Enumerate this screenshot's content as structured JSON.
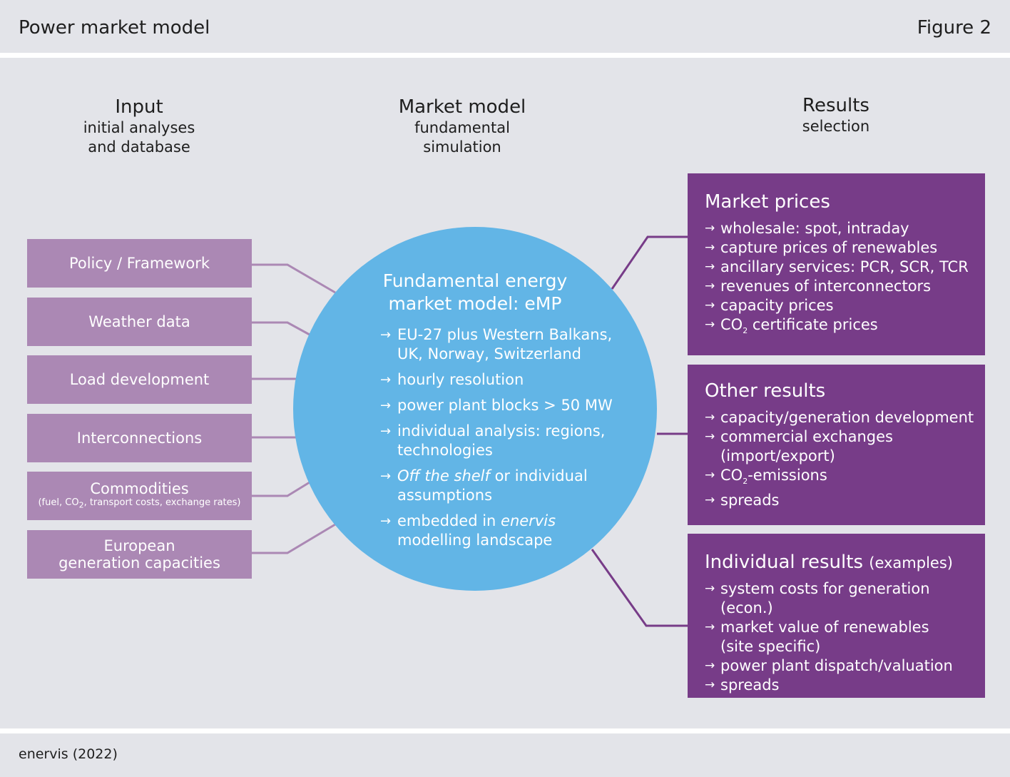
{
  "header": {
    "title": "Power market model",
    "figure": "Figure 2"
  },
  "columns": {
    "input": {
      "title": "Input",
      "subtitle": "initial analyses\nand database"
    },
    "model": {
      "title": "Market model",
      "subtitle": "fundamental\nsimulation"
    },
    "results": {
      "title": "Results",
      "subtitle": "selection"
    }
  },
  "inputs": [
    {
      "label": "Policy / Framework"
    },
    {
      "label": "Weather data"
    },
    {
      "label": "Load development"
    },
    {
      "label": "Interconnections"
    },
    {
      "label": "Commodities",
      "note_pre": "(fuel, CO",
      "note_sub": "2",
      "note_post": ", transport costs, exchange rates)"
    },
    {
      "label": "European\ngeneration capacities"
    }
  ],
  "model": {
    "title": "Fundamental energy\nmarket model: eMP",
    "arrow": "→",
    "items": [
      {
        "text": "EU-27 plus Western Balkans,\nUK, Norway, Switzerland"
      },
      {
        "text": "hourly resolution"
      },
      {
        "text": "power plant blocks > 50 MW"
      },
      {
        "text": "individual analysis: regions,\ntechnologies"
      },
      {
        "em": "Off the shelf",
        "text": " or individual\nassumptions"
      },
      {
        "pre": "embedded in ",
        "em": "enervis",
        "text": "\nmodelling landscape"
      }
    ]
  },
  "results": {
    "market_prices": {
      "title": "Market prices",
      "items": [
        "wholesale: spot, intraday",
        "capture prices of renewables",
        "ancillary services: PCR, SCR, TCR",
        "revenues of interconnectors",
        "capacity prices"
      ],
      "co2_item": {
        "pre": "CO",
        "sub": "2",
        "post": " certificate prices"
      }
    },
    "other": {
      "title": "Other results",
      "items_a": [
        "capacity/generation development",
        "commercial exchanges\n(import/export)"
      ],
      "co2_item": {
        "pre": "CO",
        "sub": "2",
        "post": "-emissions"
      },
      "items_b": [
        "spreads"
      ]
    },
    "individual": {
      "title": "Individual results",
      "title_note": "(examples)",
      "items": [
        "system costs for generation (econ.)",
        "market value of renewables\n(site specific)",
        "power plant dispatch/valuation",
        "spreads"
      ]
    }
  },
  "footer": {
    "source": "enervis (2022)"
  },
  "colors": {
    "background": "#e3e4e9",
    "input_box": "#ab88b4",
    "circle": "#62b5e6",
    "result_box": "#773c88"
  }
}
